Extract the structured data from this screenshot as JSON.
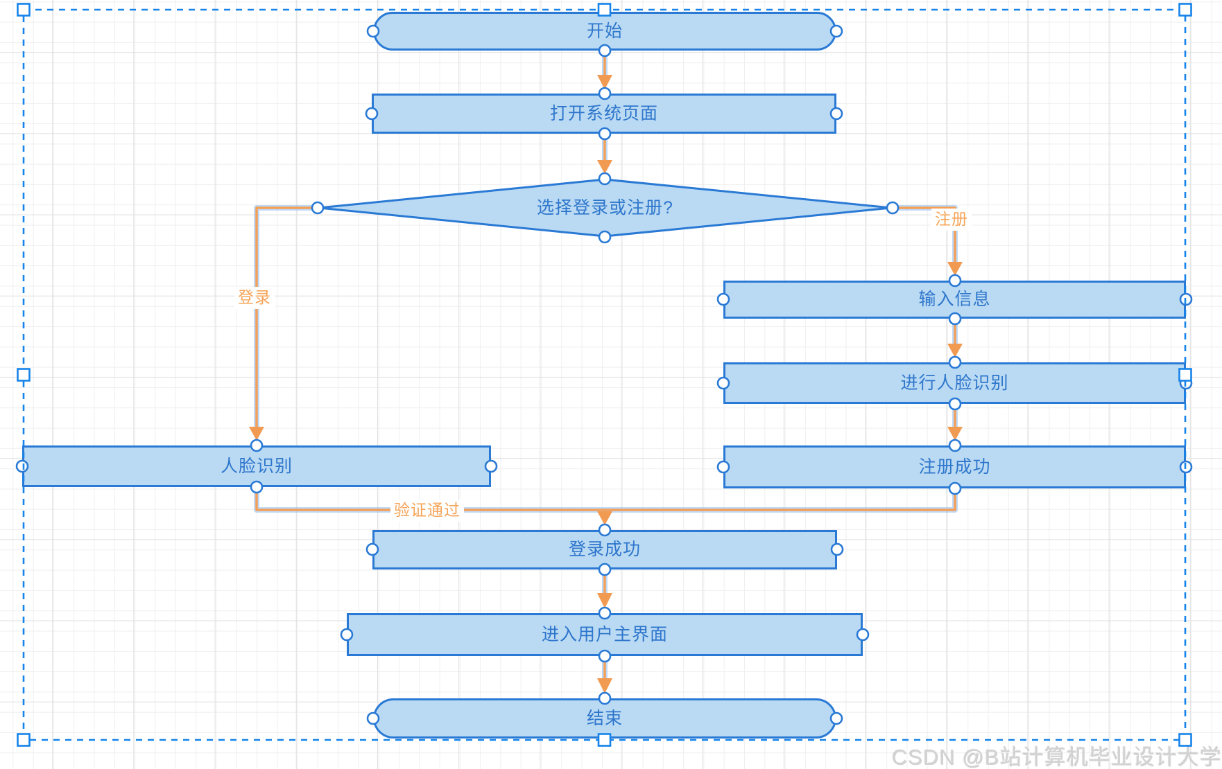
{
  "diagram": {
    "nodes": [
      {
        "id": "start",
        "label": "开始",
        "shape": "stadium"
      },
      {
        "id": "open-page",
        "label": "打开系统页面",
        "shape": "rect"
      },
      {
        "id": "choose",
        "label": "选择登录或注册?",
        "shape": "diamond"
      },
      {
        "id": "input-info",
        "label": "输入信息",
        "shape": "rect"
      },
      {
        "id": "do-face",
        "label": "进行人脸识别",
        "shape": "rect"
      },
      {
        "id": "reg-ok",
        "label": "注册成功",
        "shape": "rect"
      },
      {
        "id": "face-login",
        "label": "人脸识别",
        "shape": "rect"
      },
      {
        "id": "login-ok",
        "label": "登录成功",
        "shape": "rect"
      },
      {
        "id": "main-ui",
        "label": "进入用户主界面",
        "shape": "rect"
      },
      {
        "id": "end",
        "label": "结束",
        "shape": "stadium"
      }
    ],
    "edge_labels": [
      {
        "id": "login",
        "label": "登录"
      },
      {
        "id": "register",
        "label": "注册"
      },
      {
        "id": "verified",
        "label": "验证通过"
      }
    ],
    "colors": {
      "node_fill": "#BADAF3",
      "node_border": "#2A7AD5",
      "node_text": "#2E76CC",
      "edge_line": "#F2A05A",
      "edge_label_text": "#F5A458",
      "selection": "#1583E9",
      "grid_minor": "#efefef",
      "grid_major": "#dfdfdf"
    }
  },
  "watermark": {
    "text": "CSDN @B站计算机毕业设计大学"
  }
}
